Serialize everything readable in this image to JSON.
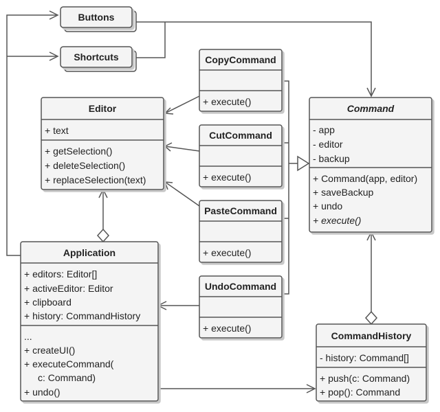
{
  "diagram": {
    "buttons": {
      "name": "Buttons"
    },
    "shortcuts": {
      "name": "Shortcuts"
    },
    "copy_command": {
      "name": "CopyCommand",
      "methods": [
        "+ execute()"
      ]
    },
    "cut_command": {
      "name": "CutCommand",
      "methods": [
        "+ execute()"
      ]
    },
    "paste_command": {
      "name": "PasteCommand",
      "methods": [
        "+ execute()"
      ]
    },
    "undo_command": {
      "name": "UndoCommand",
      "methods": [
        "+ execute()"
      ]
    },
    "editor": {
      "name": "Editor",
      "fields": [
        "+ text"
      ],
      "methods": [
        "+ getSelection()",
        "+ deleteSelection()",
        "+ replaceSelection(text)"
      ]
    },
    "command": {
      "name": "Command",
      "fields": [
        "- app",
        "- editor",
        "- backup"
      ],
      "methods": [
        "+ Command(app, editor)",
        "+ saveBackup",
        "+ undo",
        "+ execute()"
      ]
    },
    "application": {
      "name": "Application",
      "fields": [
        "+ editors: Editor[]",
        "+ activeEditor: Editor",
        "+ clipboard",
        "+ history: CommandHistory"
      ],
      "methods": [
        "...",
        "+ createUI()",
        "+ executeCommand(",
        "c: Command)",
        "+ undo()"
      ]
    },
    "command_history": {
      "name": "CommandHistory",
      "fields": [
        "- history: Command[]"
      ],
      "methods": [
        "+ push(c: Command)",
        "+ pop(): Command"
      ]
    }
  }
}
